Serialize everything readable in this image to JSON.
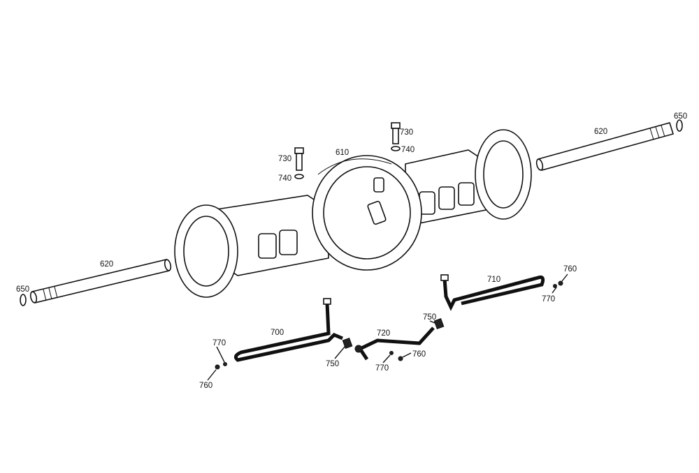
{
  "diagram": {
    "labels": {
      "shaft_right": "620",
      "ring_right": "650",
      "shaft_left": "620",
      "ring_left": "650",
      "housing": "610",
      "bolt_right": "730",
      "washer_right": "740",
      "bolt_left": "730",
      "washer_left": "740",
      "pipe_left": "700",
      "pipe_right": "710",
      "pipe_middle": "720",
      "seal_left": "750",
      "seal_right": "750",
      "plug_left": "760",
      "ring_plug_left": "770",
      "plug_middle": "760",
      "ring_plug_middle": "770",
      "plug_right": "760",
      "ring_plug_right": "770"
    }
  }
}
